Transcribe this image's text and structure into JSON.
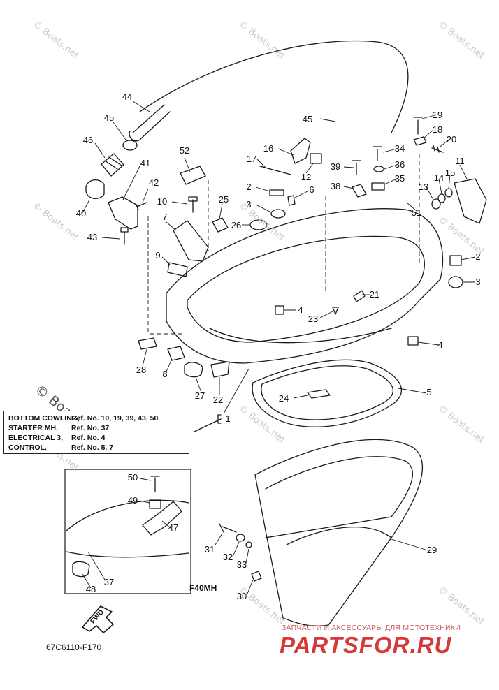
{
  "watermarks": [
    "© Boats.net",
    "© Boats.net",
    "© Boats.net",
    "© Boats.net",
    "© Boats.net",
    "© Boats.net",
    "© Boats.net",
    "© Boats.net",
    "© Boats.net",
    "© Boats.net",
    "© Boats.net"
  ],
  "watermark_big": "© Boats.net",
  "callouts": [
    "44",
    "45",
    "46",
    "40",
    "41",
    "42",
    "10",
    "43",
    "52",
    "7",
    "9",
    "25",
    "26",
    "3",
    "2",
    "6",
    "16",
    "17",
    "12",
    "45",
    "38",
    "39",
    "36",
    "35",
    "34",
    "19",
    "18",
    "20",
    "11",
    "14",
    "15",
    "13",
    "51",
    "2",
    "3",
    "21",
    "4",
    "23",
    "4",
    "28",
    "8",
    "27",
    "22",
    "24",
    "5",
    "1",
    "29",
    "31",
    "32",
    "33",
    "30",
    "50",
    "49",
    "47",
    "37",
    "48"
  ],
  "ref_table": {
    "rows": [
      {
        "key": "BOTTOM COWLING,",
        "value": "Ref. No. 10, 19, 39, 43, 50"
      },
      {
        "key": "STARTER MH,",
        "value": "Ref. No. 37"
      },
      {
        "key": "ELECTRICAL 3,",
        "value": "Ref. No. 4"
      },
      {
        "key": "CONTROL,",
        "value": "Ref. No. 5, 7"
      }
    ]
  },
  "inset_label": "F40MH",
  "fwd_label": "FWD",
  "diagram_id": "67C6110-F170",
  "ad": {
    "top_text": "ЗАПЧАСТИ И АКСЕССУАРЫ ДЛЯ МОТОТЕХНИКИ",
    "logo_text": "PARTSFOR.RU"
  },
  "colors": {
    "line": "#1a1a1a",
    "watermark": "#c8c8c8",
    "ad_red": "#d43a3a"
  }
}
